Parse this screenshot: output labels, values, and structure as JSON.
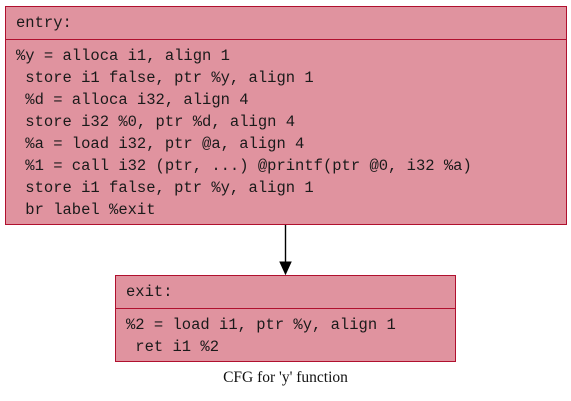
{
  "colors": {
    "node_fill": "#e0939f",
    "node_border": "#b0102e",
    "edge": "#000000"
  },
  "blocks": {
    "entry": {
      "label": "entry:",
      "instructions": [
        "%y = alloca i1, align 1",
        " store i1 false, ptr %y, align 1",
        " %d = alloca i32, align 4",
        " store i32 %0, ptr %d, align 4",
        " %a = load i32, ptr @a, align 4",
        " %1 = call i32 (ptr, ...) @printf(ptr @0, i32 %a)",
        " store i1 false, ptr %y, align 1",
        " br label %exit"
      ]
    },
    "exit": {
      "label": "exit:",
      "instructions": [
        "%2 = load i1, ptr %y, align 1",
        " ret i1 %2"
      ]
    }
  },
  "edges": [
    {
      "from": "entry",
      "to": "exit"
    }
  ],
  "caption": "CFG for 'y' function"
}
